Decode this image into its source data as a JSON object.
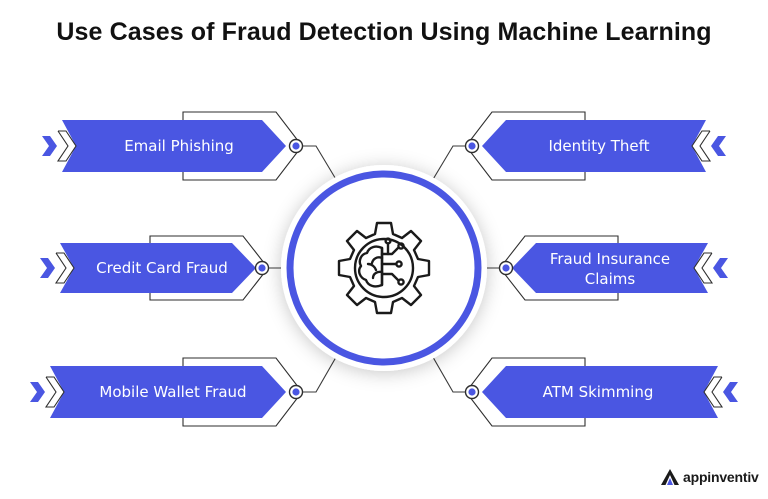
{
  "title": "Use Cases of Fraud Detection Using Machine Learning",
  "colors": {
    "accent": "#4a56e2",
    "ring": "#4a56e2",
    "line": "#3a3a3a",
    "text": "#111111"
  },
  "hub": {
    "icon": "gear-brain-circuit-icon"
  },
  "use_cases": {
    "email_phishing": "Email Phishing",
    "identity_theft": "Identity Theft",
    "credit_card_fraud": "Credit Card Fraud",
    "fraud_insurance_claims_line1": "Fraud Insurance",
    "fraud_insurance_claims_line2": "Claims",
    "mobile_wallet_fraud": "Mobile Wallet Fraud",
    "atm_skimming": "ATM Skimming"
  },
  "brand": {
    "name": "appinventiv",
    "icon": "appinventiv-logo-icon"
  }
}
